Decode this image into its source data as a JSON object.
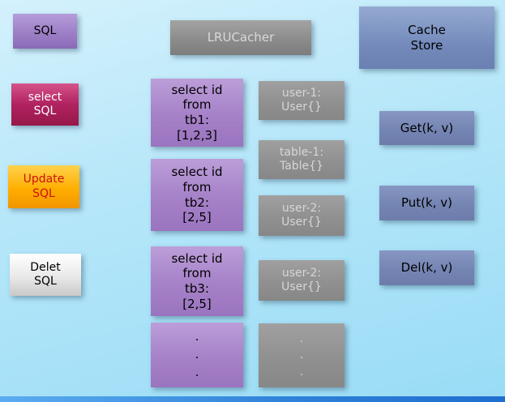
{
  "sql_types": {
    "title": "SQL",
    "select": "select\nSQL",
    "update": "Update\nSQL",
    "delete": "Delet\nSQL"
  },
  "cacher": {
    "title": "LRUCacher",
    "queries": [
      "select id\nfrom\ntb1:\n[1,2,3]",
      "select id\nfrom\ntb2:\n[2,5]",
      "select id\nfrom\ntb3:\n[2,5]",
      ".\n.\n."
    ],
    "values": [
      "user-1:\nUser{}",
      "table-1:\nTable{}",
      "user-2:\nUser{}",
      "user-2:\nUser{}",
      ".\n.\n."
    ]
  },
  "cache_store": {
    "title": "Cache\nStore",
    "ops": [
      "Get(k, v)",
      "Put(k, v)",
      "Del(k, v)"
    ]
  },
  "colors": {
    "background_top": "#d4f1fc",
    "background_bottom": "#99dcf6",
    "sql_purple": "#9d7fc6",
    "select_magenta": "#b02260",
    "update_orange": "#ffae00",
    "delete_silver": "#e9e9e9",
    "cacher_gray": "#8a8a8a",
    "query_purple": "#a783c9",
    "value_gray": "#909090",
    "store_blue": "#7289ba",
    "op_blue": "#7585b3",
    "footer_blue": "#2e7fd8"
  }
}
